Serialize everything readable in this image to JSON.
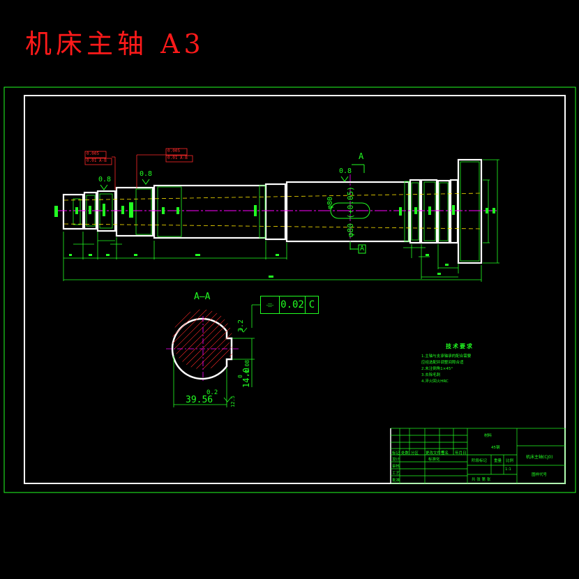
{
  "title": "机床主轴 A3",
  "colors": {
    "background": "#000000",
    "frame": "#ffffff",
    "border": "#22ff22",
    "title": "#ff1a1a",
    "dim": "#22ff22",
    "centerline": "#ff00ff",
    "gdt": "#ff2a2a"
  },
  "section": {
    "label": "A—A",
    "width_dim": "39.56",
    "width_tol": "0.2",
    "depth_dim": "14.0",
    "depth_tol": "0",
    "depth_tol2": "-0.08",
    "roughness": "3.2",
    "roughness_small": "12.5"
  },
  "section_marker": "A",
  "symmetry_frame": {
    "symbol": "⌯",
    "value": "0.02",
    "datum": "C"
  },
  "roughness_marks": [
    "0.8",
    "0.8",
    "0.8"
  ],
  "gdt_frames": [
    {
      "row1": "0.005",
      "row2": "0.01 A-B"
    },
    {
      "row1": "0.005",
      "row2": "0.01 A-B"
    }
  ],
  "keyway_dims": [
    "φ80",
    "φ80 (+0.05)"
  ],
  "datum": "A",
  "tech_requirements": {
    "title": "技术要求",
    "items": [
      "1.主轴与支承轴承的配合需要",
      "  应经选配并调整间隙合适",
      "2.未注倒角1×45°",
      "3.去除毛刺",
      "4.淬火回火HRC"
    ]
  },
  "title_block": {
    "material": "材料",
    "mat_value": "45钢",
    "part_name": "机床主轴(CJ0)",
    "drawing_no": "图样代号",
    "scale_label": "比例",
    "scale": "1:1",
    "weight_label": "重量",
    "stage_label": "阶段标记",
    "sheet_label": "共 张 第 张",
    "row_labels": [
      "标记",
      "处数",
      "分区",
      "更改文件号",
      "签名",
      "年月日"
    ],
    "role_labels": [
      "设计",
      "审核",
      "工艺",
      "批准"
    ],
    "std_label": "标准化"
  }
}
